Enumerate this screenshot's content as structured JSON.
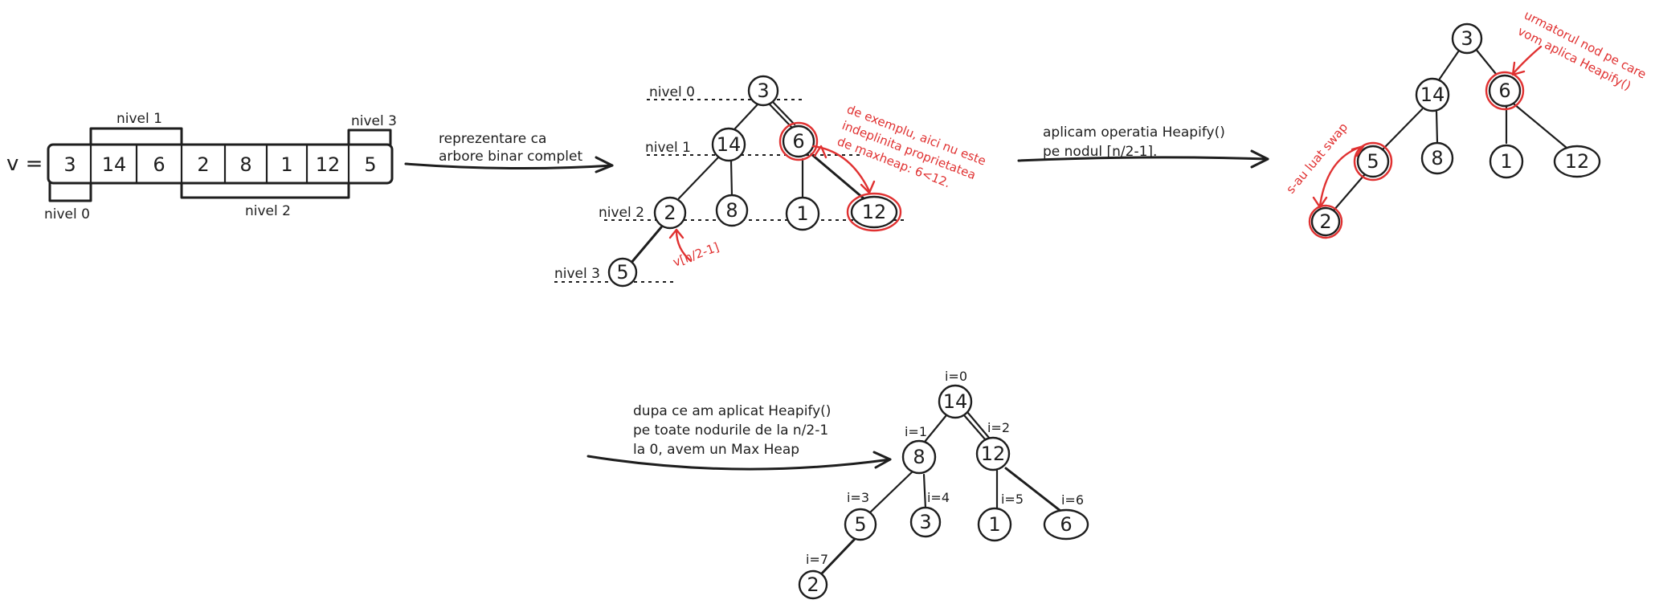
{
  "array": {
    "name": "v =",
    "cells": [
      "3",
      "14",
      "6",
      "2",
      "8",
      "1",
      "12",
      "5"
    ],
    "levels": [
      "nivel 0",
      "nivel 1",
      "nivel 2",
      "nivel 3"
    ]
  },
  "arrow1_caption": [
    "reprezentare ca",
    "arbore binar complet"
  ],
  "tree1": {
    "level_labels": [
      "nivel 0",
      "nivel 1",
      "nivel 2",
      "nivel 3"
    ],
    "nodes": [
      "3",
      "14",
      "6",
      "2",
      "8",
      "1",
      "12",
      "5"
    ],
    "index_note": "v[n/2-1]",
    "note": [
      "de exemplu, aici nu este",
      "indeplinita proprietatea",
      "de maxheap: 6<12."
    ]
  },
  "arrow2_caption": [
    "aplicam operatia Heapify()",
    "pe nodul [n/2-1]."
  ],
  "tree2": {
    "nodes": [
      "3",
      "14",
      "6",
      "5",
      "8",
      "1",
      "12",
      "2"
    ],
    "swap_note": "s-au luat swap",
    "next_note": [
      "urmatorul nod pe care",
      "vom aplica Heapify()"
    ]
  },
  "arrow3_caption": [
    "dupa ce am aplicat Heapify()",
    "pe toate nodurile de la n/2-1",
    "la 0, avem un Max Heap"
  ],
  "tree3": {
    "nodes": [
      "14",
      "8",
      "12",
      "5",
      "3",
      "1",
      "6",
      "2"
    ],
    "indices": [
      "i=0",
      "i=1",
      "i=2",
      "i=3",
      "i=4",
      "i=5",
      "i=6",
      "i=7"
    ]
  },
  "colors": {
    "ink": "#1e1e1e",
    "accent": "#e03131",
    "background": "#ffffff"
  }
}
